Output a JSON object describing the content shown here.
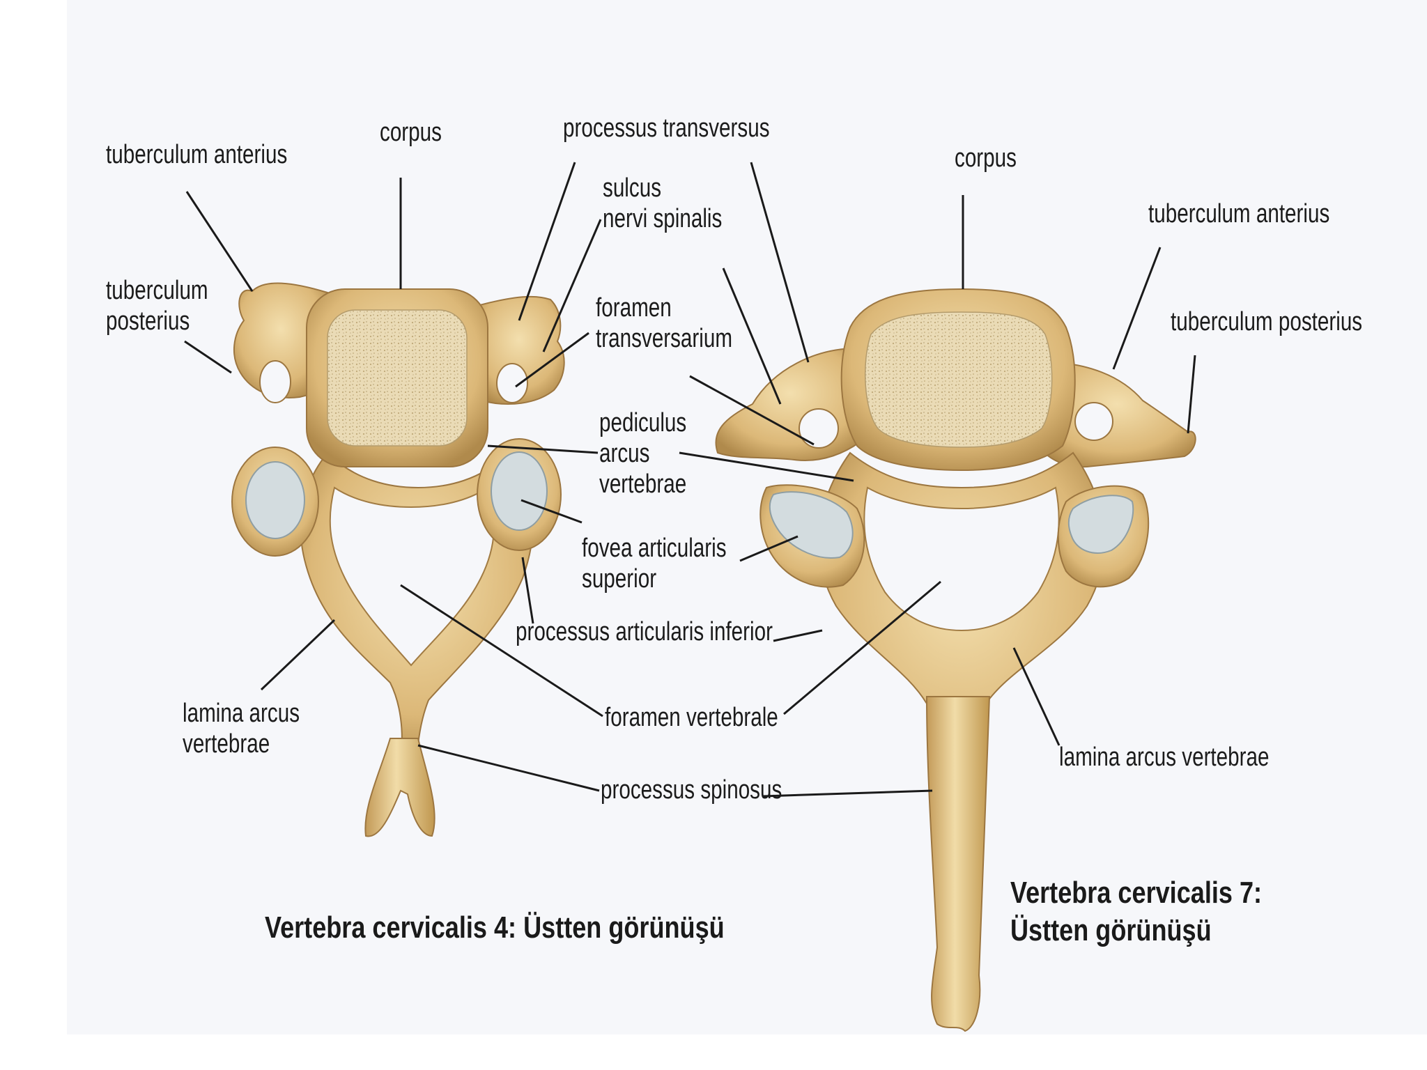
{
  "colors": {
    "bone": "#dcb878",
    "bone_light": "#f3dfae",
    "bone_dark": "#b08a4c",
    "cartilage": "#d3dcdf",
    "spongy": "#eadbb6",
    "leader": "#1a1a1a"
  },
  "labels": {
    "c4_tuberculum_anterius": "tuberculum anterius",
    "c4_corpus": "corpus",
    "c4_tuberculum_posterius": "tuberculum\nposterius",
    "processus_transversus": "processus transversus",
    "sulcus_nervi_spinalis": "sulcus\nnervi spinalis",
    "foramen_transversarium": "foramen\ntransversarium",
    "pediculus_arcus_vertebrae": "pediculus\narcus\nvertebrae",
    "fovea_articularis_superior": "fovea articularis\nsuperior",
    "processus_articularis_inferior": "processus articularis inferior",
    "c4_lamina_arcus_vertebrae": "lamina arcus\nvertebrae",
    "foramen_vertebrale": "foramen vertebrale",
    "processus_spinosus": "processus spinosus",
    "c7_corpus": "corpus",
    "c7_tuberculum_anterius": "tuberculum anterius",
    "c7_tuberculum_posterius": "tuberculum posterius",
    "c7_lamina_arcus_vertebrae": "lamina arcus vertebrae"
  },
  "captions": {
    "c4": "Vertebra cervicalis 4: Üstten görünüşü",
    "c7": "Vertebra cervicalis 7:\nÜstten görünüşü"
  }
}
